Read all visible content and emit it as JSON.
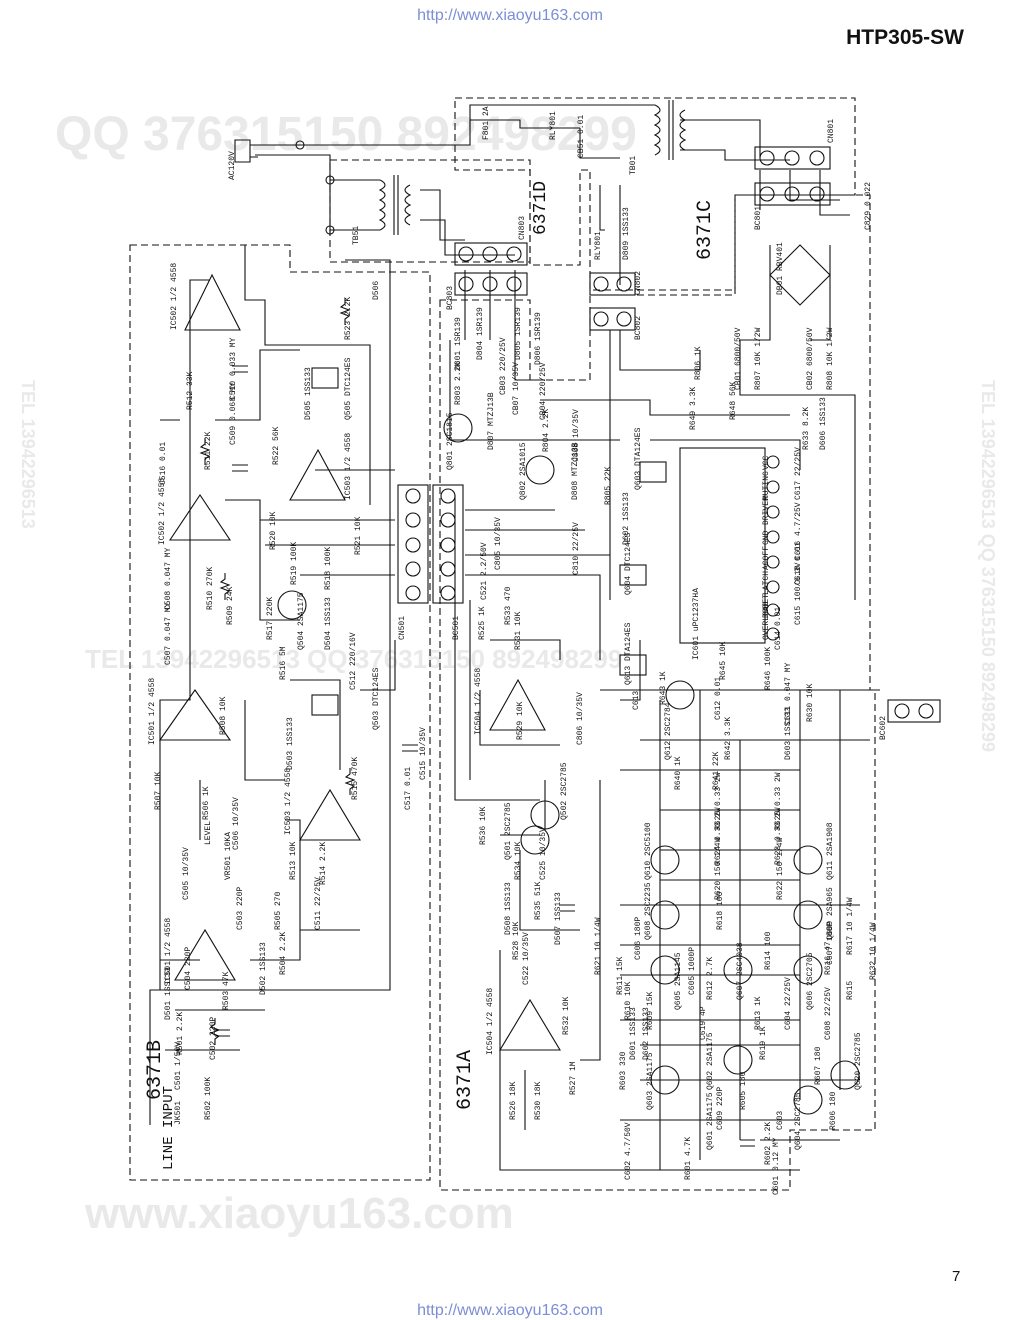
{
  "header": {
    "url_top": "http://www.xiaoyu163.com",
    "model": "HTP305-SW"
  },
  "footer": {
    "url_bottom": "http://www.xiaoyu163.com",
    "page_number": "7"
  },
  "watermarks": {
    "qq_top": "QQ 376315150 892498299",
    "tel_middle": "TEL 13942296513 QQ 376315150 892498299",
    "site": "www.xiaoyu163.com",
    "tel_right": "TEL 13942296513 QQ 376315150 892498299",
    "tel_left": "TEL 13942296513"
  },
  "sections": {
    "b": "6371B",
    "a": "6371A",
    "c": "6371C",
    "d": "6371D"
  },
  "labels": {
    "line_input": "LINE INPUT",
    "ac": "AC120V",
    "tb51": "TB51",
    "tb01": "TB01",
    "cn803": "CN803",
    "bc803": "BC803",
    "cn801": "CN801",
    "bc801": "BC801",
    "cn802": "CN802",
    "bc802": "BC802",
    "cn501": "CN501",
    "bc501": "BC501",
    "bc602": "BC602",
    "f801": "F801 2A",
    "rly801": "RLY801",
    "rly801b": "RLY801",
    "cb51": "CB51 0.01",
    "d809": "D809 1SS133",
    "db01": "DB01 RBV401",
    "c829": "C829 0.022",
    "cb01": "CB01 6800/50V",
    "cb02": "CB02 6800/50V",
    "r807": "R807 10K 1/2W",
    "r808": "R808 10K 1/2W",
    "r806": "R806 1K",
    "ic601": "IC601 uPC1237HA",
    "pin_vcc": "VCC",
    "pin_muting": "MUTING",
    "pin_driver": "DRIVER",
    "pin_gnd": "GND",
    "pin_acoff": "ACOFF",
    "pin_latch": "LATCH",
    "pin_dcdet": "DCDET",
    "pin_overload": "OVERLOAD",
    "q801": "Q801 2SC1815",
    "q802": "Q802 2SA1015",
    "q603": "Q603 DTA124ES",
    "q604": "Q604 DTC124ES",
    "q613": "Q613 DTA124ES",
    "q612": "Q612 2SC2784",
    "q610": "Q610 2SC5100",
    "q611": "Q611 2SA1908",
    "q608": "Q608 2SC2235",
    "q609": "Q609 2SA965",
    "q607": "Q607 2SC4038",
    "q605": "Q605 2SA1145",
    "q606": "Q606 2SC2705",
    "q601": "Q601 2SA1175",
    "q602": "Q602 2SA1175",
    "q603b": "Q603 2SA1175",
    "q604b": "Q604 2SC2785",
    "q620": "Q620 2SC2785",
    "q501": "Q501 2SC2785",
    "q502": "Q502 2SC2785",
    "q504": "Q504 2SA1175",
    "q503": "Q503 DTC124ES",
    "q505": "Q505 DTC124ES",
    "ic502": "IC502 1/2 4558",
    "ic502b": "IC502 1/2 4558",
    "ic501": "IC501 1/2 4558",
    "ic501b": "IC501 1/2 4558",
    "ic503": "IC503 1/2 4558",
    "ic503b": "IC503 1/2 4558",
    "ic504": "IC504 1/2 4558",
    "ic504b": "IC504 1/2 4558",
    "vr501": "VR501 10KA",
    "level": "LEVEL",
    "jk501": "JK501",
    "c501": "C501 1/50V",
    "r501": "R501 2.2K",
    "r502": "R502 100K",
    "c502": "C502 220P",
    "r503": "R503 47K",
    "d501": "D501 1SS133",
    "c504": "C504 220P",
    "r504": "R504 2.2K",
    "d502": "D502 1SS133",
    "c503": "C503 220P",
    "r505": "R505 270",
    "c505": "C505 10/35V",
    "r506": "R506 1K",
    "r507": "R507 10K",
    "c506": "C506 10/35V",
    "r508": "R508 10K",
    "c507": "C507 0.047 MY",
    "c508": "C508 0.047 MY",
    "r509": "R509 24K",
    "r510": "R510 270K",
    "r511": "R511 22K",
    "c509": "C509 0.068 MY",
    "c510": "C510 0.033 MY",
    "r512": "R512 33K",
    "c516": "C516 0.01",
    "r513": "R513 10K",
    "r514": "R514 2.2K",
    "c511": "C511 22/25V",
    "r515": "R515 470K",
    "d503": "D503 1SS133",
    "c515": "C515 10/35V",
    "c517": "C517 0.01",
    "r516": "R516 5M",
    "c512": "C512 220/16V",
    "r517": "R517 220K",
    "d504": "D504 1SS133",
    "r518": "R518 100K",
    "r519": "R519 100K",
    "r520": "R520 10K",
    "r521": "R521 10K",
    "r522": "R522 56K",
    "d505": "D505 1SS133",
    "r523": "R523 2.2K",
    "d506": "D506",
    "c521": "C521 2.2/50V",
    "c805": "C805 10/35V",
    "c810": "C810 22/25V",
    "r525": "R525 1K",
    "r533": "R533 470",
    "r531": "R531 10K",
    "r529": "R529 10K",
    "c806": "C806 10/35V",
    "r536": "R536 10K",
    "r534": "R534 10K",
    "c525": "C525 10/35V",
    "d508": "D508 1SS133",
    "r535": "R535 51K",
    "r528": "R528 10K",
    "d507": "D507 1SS133",
    "c522": "C522 10/35V",
    "r532": "R532 10K",
    "r527": "R527 1M",
    "r526": "R526 18K",
    "r530": "R530 18K",
    "d801": "D801 1SR139",
    "d804": "D804 1SR139",
    "d805": "D805 1SR139",
    "d806": "D806 1SR139",
    "cb03": "CB03 220/25V",
    "cb04": "CB04 220/25V",
    "r803": "R803 2.2K",
    "cb07": "CB07 10/35V",
    "d807": "D807 MTZJ13B",
    "r804": "R804 2.2K",
    "c808": "C808 10/35V",
    "d808": "D808 MTZJ13B",
    "r805": "R805 22K",
    "d602": "D602 1SS133",
    "r648": "R648 56K",
    "r649": "R649 3.3K",
    "r633": "R633 8.2K",
    "d606": "D606 1SS133",
    "c617": "C617 22/25V",
    "c616": "C616 4.7/25V",
    "c618": "C618 0.01",
    "c615": "C615 100/6.3V",
    "c614": "C614 0.01",
    "r646": "R646 100K",
    "r645": "R645 10K",
    "r643": "R643 1K",
    "c613": "C613",
    "c612": "C612 0.01",
    "c611": "C611 0.047 MY",
    "r630": "R630 10K",
    "r642": "R642 3.3K",
    "d603": "D603 1SS133",
    "r640": "R640 1K",
    "r641": "R641 22K",
    "r626": "R626 0.33 2W",
    "r625": "R625 0.33 2W",
    "r624": "R624 0.33 2W",
    "r623": "R623 0.33 2W",
    "r620": "R620 150 1/4W",
    "r622": "R622 150 1/4W",
    "r618": "R618 100",
    "r617": "R617 10 1/4W",
    "r632": "R632 10 1/4W",
    "c606": "C606 180P",
    "c607": "C607 180P",
    "r621": "R621 10 1/4W",
    "c605": "C605 1000P",
    "r612": "R612 2.7K",
    "r614": "R614 100",
    "r611": "R611 15K",
    "r610": "R610 10K",
    "r609": "R609 15K",
    "r613": "R613 1K",
    "r616": "R616 47",
    "r615": "R615",
    "c604": "C604 22/25V",
    "c608": "C608 22/25V",
    "d601": "D601 1SS133",
    "d602b": "D602 1SS133",
    "c619": "C619 4P",
    "r619": "R619 1K",
    "r603": "R603 330",
    "r605": "R605 180",
    "r607": "R607 180",
    "r606": "R606 180",
    "c609": "C609 220P",
    "c603": "C603",
    "r601": "R601 4.7K",
    "r602": "R602 2.2K",
    "c601": "C601 0.12 MY",
    "c602": "C602 4.7/50V"
  }
}
